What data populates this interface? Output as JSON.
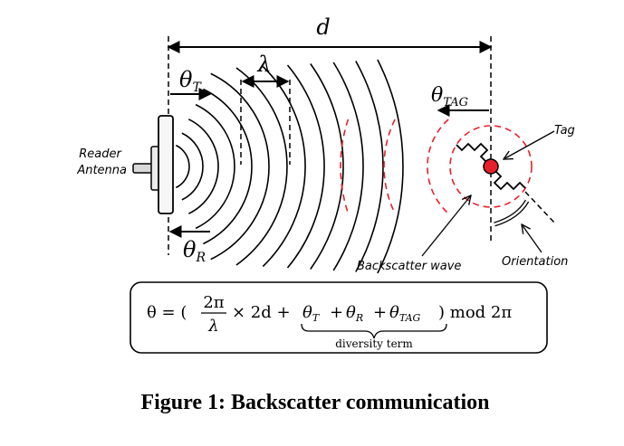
{
  "diagram": {
    "distance_label": "d",
    "wavelength_label": "λ",
    "theta_t": {
      "base": "θ",
      "sub": "T"
    },
    "theta_r": {
      "base": "θ",
      "sub": "R"
    },
    "theta_tag": {
      "base": "θ",
      "sub": "TAG"
    },
    "reader_antenna_label": [
      "Reader",
      "Antenna"
    ],
    "tag_label": "Tag",
    "backscatter_label": "Backscatter wave",
    "orientation_label": "Orientation"
  },
  "formula": {
    "lhs": "θ = (",
    "frac_num": "2π",
    "frac_den": "λ",
    "middle": "× 2d +",
    "theta": "θ",
    "sub_t": "T",
    "sub_r": "R",
    "sub_tag": "TAG",
    "plus": "+",
    "rhs": ") mod 2π",
    "brace_label": "diversity term"
  },
  "caption": "Figure 1: Backscatter communication",
  "colors": {
    "ink": "#000000",
    "accent": "#e8202a"
  }
}
